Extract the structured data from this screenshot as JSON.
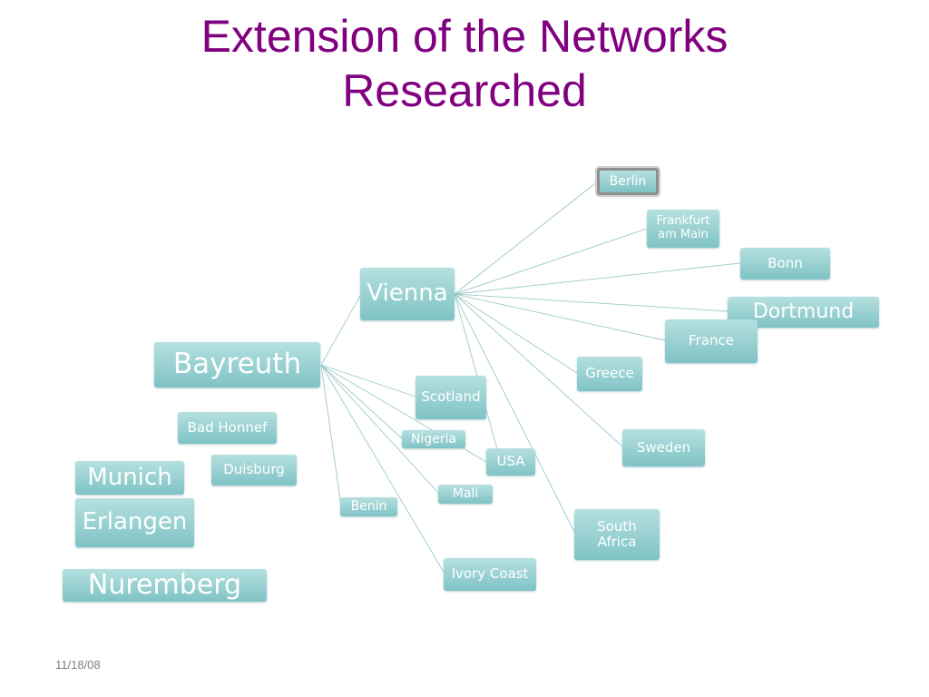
{
  "title": {
    "line1": "Extension of the Networks",
    "line2": "Researched"
  },
  "footer": {
    "date": "11/18/08"
  },
  "nodes": {
    "bayreuth": "Bayreuth",
    "vienna": "Vienna",
    "berlin": "Berlin",
    "frankfurt": "Frankfurt am Main",
    "bonn": "Bonn",
    "dortmund": "Dortmund",
    "france": "France",
    "greece": "Greece",
    "sweden": "Sweden",
    "south_africa": "South Africa",
    "scotland": "Scotland",
    "nigeria": "Nigeria",
    "usa": "USA",
    "mali": "Mali",
    "benin": "Benin",
    "ivory_coast": "Ivory Coast",
    "bad_honnef": "Bad Honnef",
    "duisburg": "Duisburg",
    "munich": "Munich",
    "erlangen": "Erlangen",
    "nuremberg": "Nuremberg"
  },
  "colors": {
    "title": "#800080",
    "node_fill": "#98d0d1",
    "connector": "#9ccac8"
  },
  "selected_node": "berlin"
}
